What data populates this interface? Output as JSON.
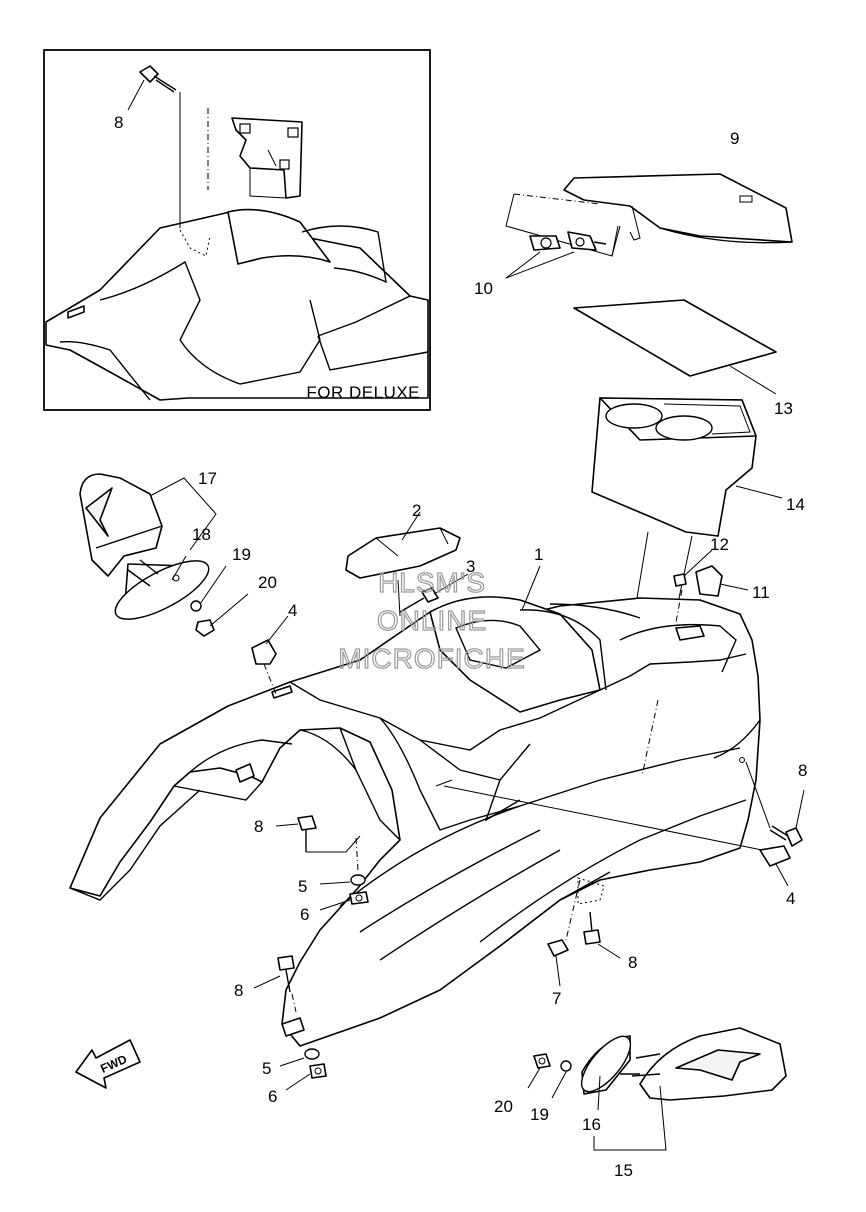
{
  "inset": {
    "caption": "FOR DELUXE"
  },
  "fwd_label": "FWD",
  "watermark": [
    "HLSM'S",
    "ONLINE",
    "MICROFICHE"
  ],
  "callouts": [
    {
      "id": "c8-inset",
      "text": "8"
    },
    {
      "id": "c9",
      "text": "9"
    },
    {
      "id": "c10",
      "text": "10"
    },
    {
      "id": "c13",
      "text": "13"
    },
    {
      "id": "c14",
      "text": "14"
    },
    {
      "id": "c17",
      "text": "17"
    },
    {
      "id": "c18",
      "text": "18"
    },
    {
      "id": "c19-left",
      "text": "19"
    },
    {
      "id": "c20-left",
      "text": "20"
    },
    {
      "id": "c2",
      "text": "2"
    },
    {
      "id": "c3",
      "text": "3"
    },
    {
      "id": "c1",
      "text": "1"
    },
    {
      "id": "c12",
      "text": "12"
    },
    {
      "id": "c11",
      "text": "11"
    },
    {
      "id": "c4-left",
      "text": "4"
    },
    {
      "id": "c8-right",
      "text": "8"
    },
    {
      "id": "c8-mid",
      "text": "8"
    },
    {
      "id": "c5-upper",
      "text": "5"
    },
    {
      "id": "c6-upper",
      "text": "6"
    },
    {
      "id": "c4-right",
      "text": "4"
    },
    {
      "id": "c8-lower-right",
      "text": "8"
    },
    {
      "id": "c7",
      "text": "7"
    },
    {
      "id": "c8-lower-left",
      "text": "8"
    },
    {
      "id": "c5-lower",
      "text": "5"
    },
    {
      "id": "c6-lower",
      "text": "6"
    },
    {
      "id": "c20-right",
      "text": "20"
    },
    {
      "id": "c19-right",
      "text": "19"
    },
    {
      "id": "c16",
      "text": "16"
    },
    {
      "id": "c15",
      "text": "15"
    }
  ]
}
